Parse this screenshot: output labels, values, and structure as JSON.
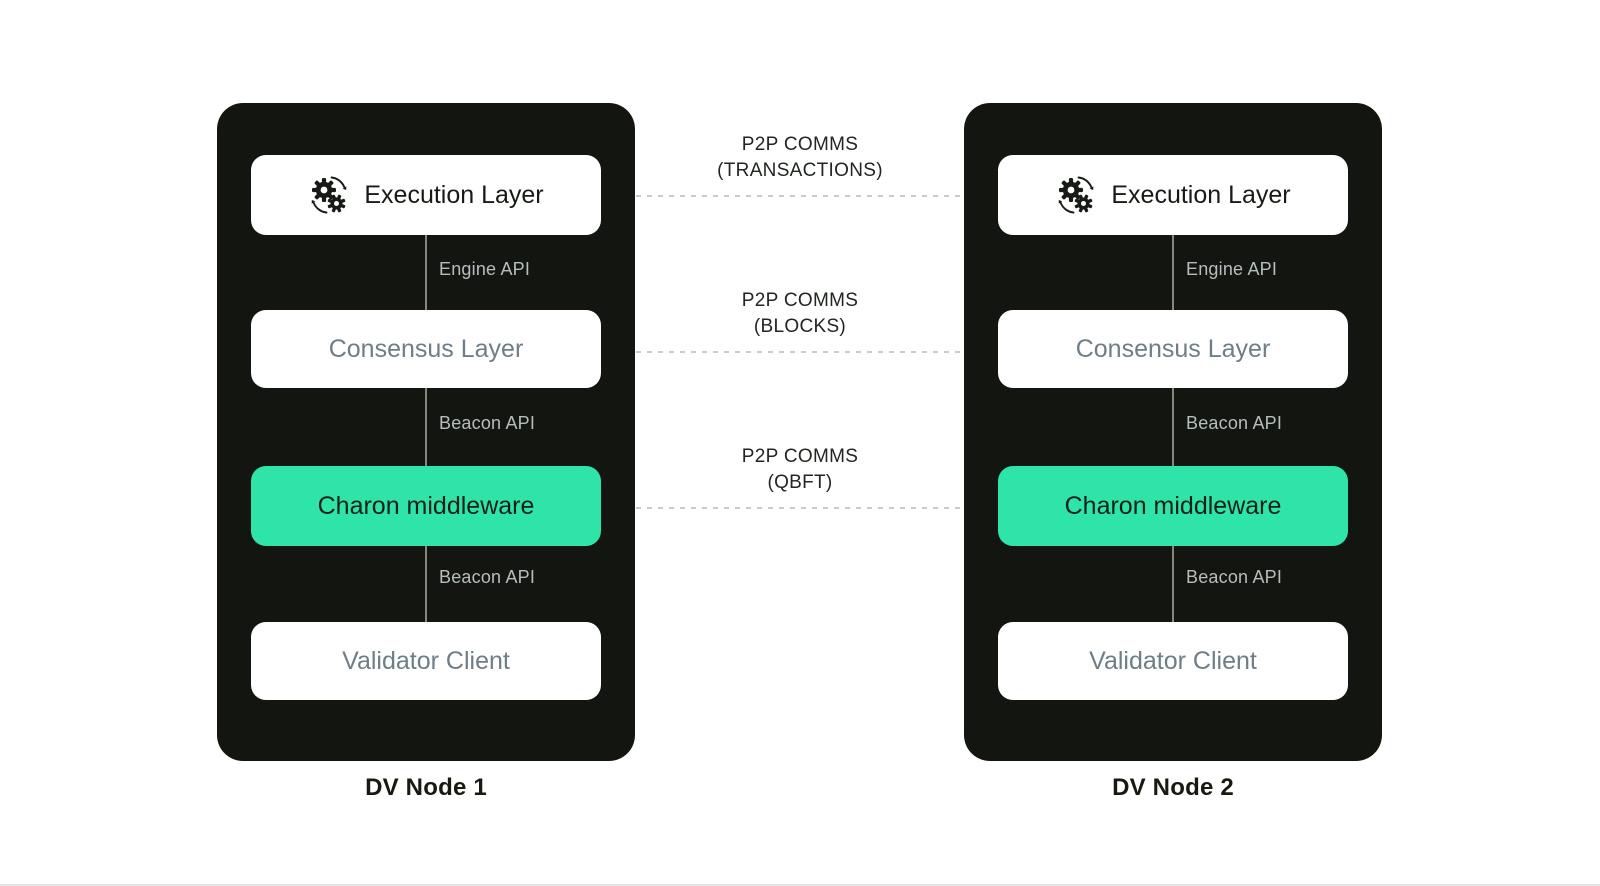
{
  "colors": {
    "node_background": "#131510",
    "accent_green": "#2ee4a9",
    "layer_box_background": "#ffffff",
    "muted_layer_text": "#6f7d86",
    "dark_text": "#171b15",
    "api_label_text": "#b6bebd",
    "dashed_link": "#cbcbcb",
    "connector_line": "#83887f",
    "bottom_divider": "#e4e4e4"
  },
  "icons": {
    "execution_layer": "gears-sync-icon"
  },
  "nodes": [
    {
      "title": "DV Node 1",
      "layers": {
        "execution": "Execution Layer",
        "consensus": "Consensus Layer",
        "charon": "Charon middleware",
        "validator": "Validator Client"
      },
      "api_labels": {
        "engine": "Engine API",
        "beacon_top": "Beacon API",
        "beacon_bottom": "Beacon API"
      }
    },
    {
      "title": "DV Node 2",
      "layers": {
        "execution": "Execution Layer",
        "consensus": "Consensus Layer",
        "charon": "Charon middleware",
        "validator": "Validator Client"
      },
      "api_labels": {
        "engine": "Engine API",
        "beacon_top": "Beacon API",
        "beacon_bottom": "Beacon API"
      }
    }
  ],
  "p2p_links": [
    {
      "title": "P2P COMMS",
      "subtitle": "(TRANSACTIONS)"
    },
    {
      "title": "P2P COMMS",
      "subtitle": "(BLOCKS)"
    },
    {
      "title": "P2P COMMS",
      "subtitle": "(QBFT)"
    }
  ]
}
